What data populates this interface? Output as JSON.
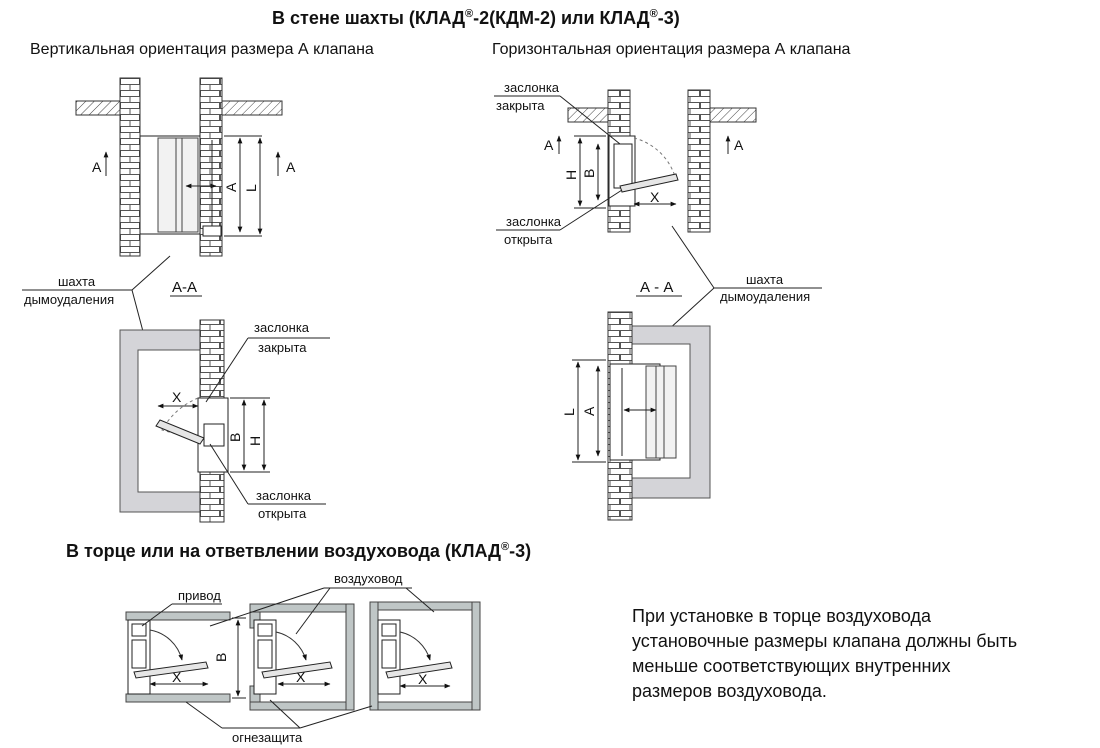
{
  "titles": {
    "shaft_wall": {
      "prefix": "В стене шахты (КЛАД",
      "reg1": "®",
      "middle": "-2(КДМ-2) или КЛАД",
      "reg2": "®",
      "suffix": "-3)"
    },
    "duct_end": {
      "prefix": "В торце или на ответвлении воздуховода (КЛАД",
      "reg": "®",
      "suffix": "-3)"
    }
  },
  "subtitles": {
    "vertical": "Вертикальная ориентация размера А клапана",
    "horizontal": "Горизонтальная ориентация размера А клапана"
  },
  "labels": {
    "shaft_line1": "шахта",
    "shaft_line2": "дымоудаления",
    "closed_line1": "заслонка",
    "closed_line2": "закрыта",
    "open_line1": "заслонка",
    "open_line2": "открыта",
    "drive": "привод",
    "duct": "воздуховод",
    "fire_protection": "огнезащита",
    "section_left": "А-А",
    "section_right": "А - А"
  },
  "dimensions": {
    "a": "A",
    "l": "L",
    "b": "B",
    "h": "H",
    "x": "X"
  },
  "note": [
    "При установке в торце воздуховода",
    "установочные размеры клапана должны быть",
    "меньше соответствующих внутренних",
    "размеров воздуховода."
  ]
}
